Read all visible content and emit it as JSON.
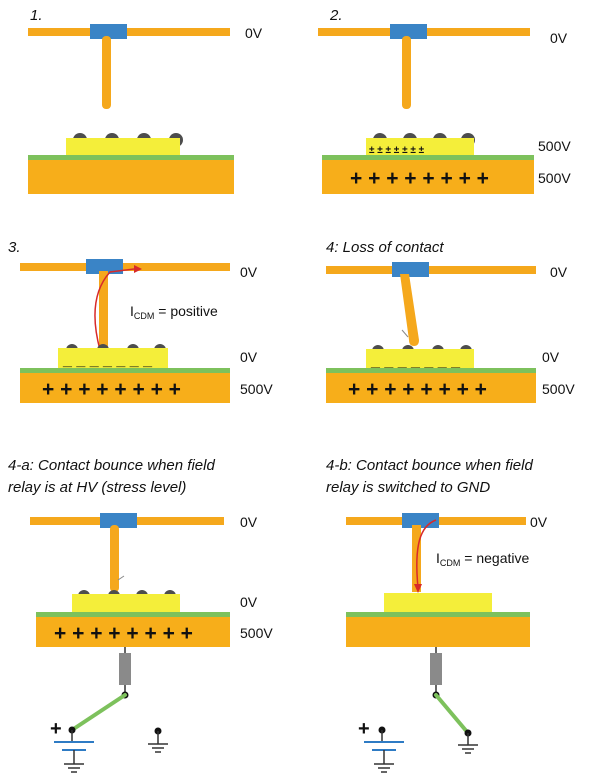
{
  "colors": {
    "conductor": "#F5A81C",
    "contact": "#3A84C6",
    "chip": "#F4EE3A",
    "substrate": "#F7AE1A",
    "ground_layer": "#7DC15C",
    "ball": "#4D4D4D",
    "current": "#D82A2A",
    "resistor": "#8A8A8A",
    "switch_lever": "#7DC15C",
    "battery": "#2E7BC4"
  },
  "panels": [
    {
      "title": "1.",
      "probe_voltage": "0V"
    },
    {
      "title": "2.",
      "probe_voltage": "0V",
      "chip_voltage": "500V",
      "substrate_voltage": "500V",
      "chip_charge": "± ± ± ± ± ± ±"
    },
    {
      "title": "3.",
      "probe_voltage": "0V",
      "current_prefix": "I",
      "current_sub": "CDM",
      "current_suffix": " = positive",
      "chip_voltage": "0V",
      "substrate_voltage": "500V"
    },
    {
      "title": "4: Loss of contact",
      "probe_voltage": "0V",
      "chip_voltage": "0V",
      "substrate_voltage": "500V"
    },
    {
      "title_line1": "4-a: Contact bounce when field",
      "title_line2": "relay is at HV (stress level)",
      "probe_voltage": "0V",
      "chip_voltage": "0V",
      "substrate_voltage": "500V",
      "battery_polarity": "+"
    },
    {
      "title_line1": "4-b: Contact bounce when field",
      "title_line2": "relay is switched to GND",
      "probe_voltage": "0V",
      "current_prefix": "I",
      "current_sub": "CDM",
      "current_suffix": " = negative",
      "battery_polarity": "+"
    }
  ],
  "substrate_charge": "+ + + + + + + +",
  "chip_negative": "_ _ _ _ _ _ _"
}
